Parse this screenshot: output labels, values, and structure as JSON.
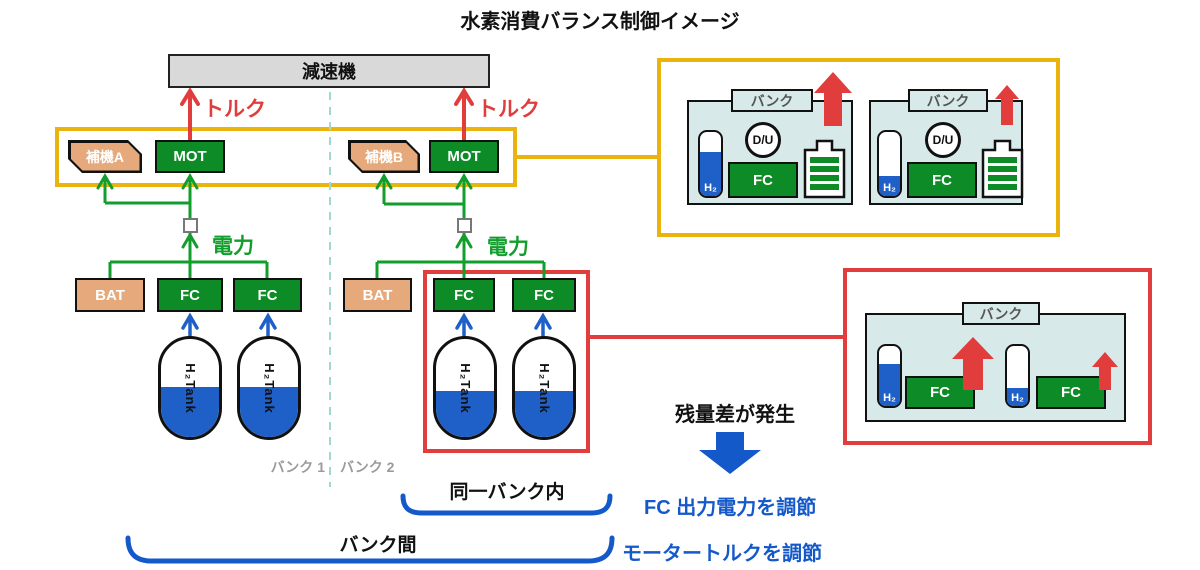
{
  "title": "水素消費バランス制御イメージ",
  "colors": {
    "gold": "#EBB30E",
    "red": "#E23D3D",
    "green_box": "#0C8B26",
    "green_line": "#129E2C",
    "tan": "#E5A97B",
    "blue": "#1459C9",
    "blue_fill": "#1E60C8",
    "panel_bg": "#D8E9EA",
    "gray_box": "#D9D9D9",
    "teal_dash": "#9EDAD3",
    "gray_text": "#9A9A9A"
  },
  "labels": {
    "gear": "減速機",
    "torque": "トルク",
    "power": "電力",
    "aux_a": "補機A",
    "aux_b": "補機B",
    "mot": "MOT",
    "bat": "BAT",
    "fc": "FC",
    "tank": "H₂Tank",
    "bank1": "バンク 1",
    "bank2": "バンク 2",
    "bank": "バンク",
    "du": "D/U",
    "h2": "H₂"
  },
  "bottom": {
    "difference": "残量差が発生",
    "same_bank": "同一バンク内",
    "fc_adjust": "FC 出力電力を調節",
    "between_banks": "バンク間",
    "motor_adjust": "モータートルクを調節"
  }
}
